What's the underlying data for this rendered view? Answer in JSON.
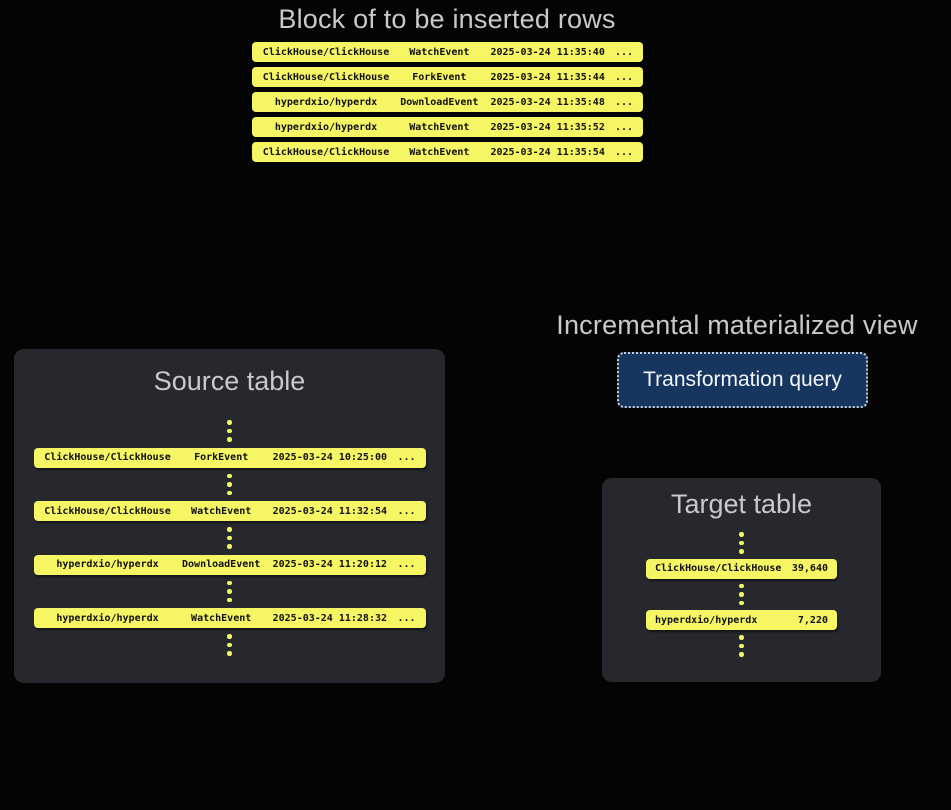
{
  "colors": {
    "background": "#040404",
    "panel_bg": "#27282E",
    "row_yellow": "#F6F664",
    "row_text": "#101010",
    "title_gray": "#C9C9CB",
    "button_bg": "#17365F",
    "button_border": "#C8CDD5",
    "button_text": "#F2F5F8"
  },
  "insert_block": {
    "title": "Block of to be inserted rows",
    "rows": [
      {
        "repo": "ClickHouse/ClickHouse",
        "event": "WatchEvent",
        "timestamp": "2025-03-24 11:35:40",
        "more": "..."
      },
      {
        "repo": "ClickHouse/ClickHouse",
        "event": "ForkEvent",
        "timestamp": "2025-03-24 11:35:44",
        "more": "..."
      },
      {
        "repo": "hyperdxio/hyperdx",
        "event": "DownloadEvent",
        "timestamp": "2025-03-24 11:35:48",
        "more": "..."
      },
      {
        "repo": "hyperdxio/hyperdx",
        "event": "WatchEvent",
        "timestamp": "2025-03-24 11:35:52",
        "more": "..."
      },
      {
        "repo": "ClickHouse/ClickHouse",
        "event": "WatchEvent",
        "timestamp": "2025-03-24 11:35:54",
        "more": "..."
      }
    ]
  },
  "source_table": {
    "title": "Source table",
    "rows": [
      {
        "repo": "ClickHouse/ClickHouse",
        "event": "ForkEvent",
        "timestamp": "2025-03-24 10:25:00",
        "more": "..."
      },
      {
        "repo": "ClickHouse/ClickHouse",
        "event": "WatchEvent",
        "timestamp": "2025-03-24 11:32:54",
        "more": "..."
      },
      {
        "repo": "hyperdxio/hyperdx",
        "event": "DownloadEvent",
        "timestamp": "2025-03-24 11:20:12",
        "more": "..."
      },
      {
        "repo": "hyperdxio/hyperdx",
        "event": "WatchEvent",
        "timestamp": "2025-03-24 11:28:32",
        "more": "..."
      }
    ]
  },
  "materialized_view": {
    "title": "Incremental materialized view",
    "button_label": "Transformation query"
  },
  "target_table": {
    "title": "Target table",
    "rows": [
      {
        "repo": "ClickHouse/ClickHouse",
        "count": "39,640"
      },
      {
        "repo": "hyperdxio/hyperdx",
        "count": "7,220"
      }
    ]
  }
}
